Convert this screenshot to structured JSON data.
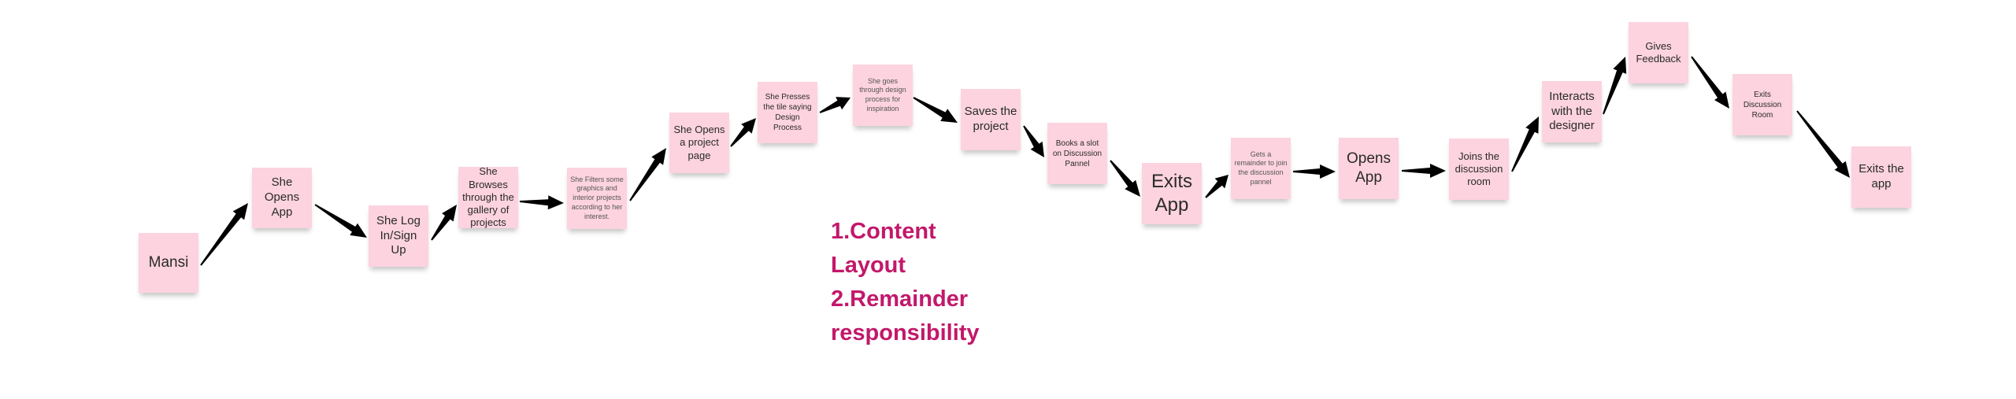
{
  "colors": {
    "note_fill": "#fcd3df",
    "arrow": "#000000",
    "annotation_text": "#c2186a"
  },
  "journey": {
    "steps": [
      {
        "id": "mansi",
        "label": "Mansi"
      },
      {
        "id": "opens-app-1",
        "label": "She Opens App"
      },
      {
        "id": "login",
        "label": "She Log In/Sign Up"
      },
      {
        "id": "browses",
        "label": "She Browses through the gallery of projects"
      },
      {
        "id": "filters",
        "label": "She Filters some graphics and interior projects according to her interest."
      },
      {
        "id": "project-page",
        "label": "She Opens a project page"
      },
      {
        "id": "presses-tile",
        "label": "She Presses the tile saying Design Process"
      },
      {
        "id": "design-process",
        "label": "She goes through design process for inspiration"
      },
      {
        "id": "saves",
        "label": "Saves the project"
      },
      {
        "id": "books-slot",
        "label": "Books a slot on Discussion Pannel"
      },
      {
        "id": "exits-app-1",
        "label": "Exits App"
      },
      {
        "id": "reminder",
        "label": "Gets a remainder to join the discussion pannel"
      },
      {
        "id": "opens-app-2",
        "label": "Opens App"
      },
      {
        "id": "joins-room",
        "label": "Joins the discussion room"
      },
      {
        "id": "interacts",
        "label": "Interacts with the designer"
      },
      {
        "id": "feedback",
        "label": "Gives Feedback"
      },
      {
        "id": "exits-room",
        "label": "Exits Discussion Room"
      },
      {
        "id": "exits-app-2",
        "label": "Exits the app"
      }
    ]
  },
  "annotations": {
    "lines": [
      "1.Content",
      "Layout",
      "2.Remainder",
      "responsibility"
    ]
  }
}
